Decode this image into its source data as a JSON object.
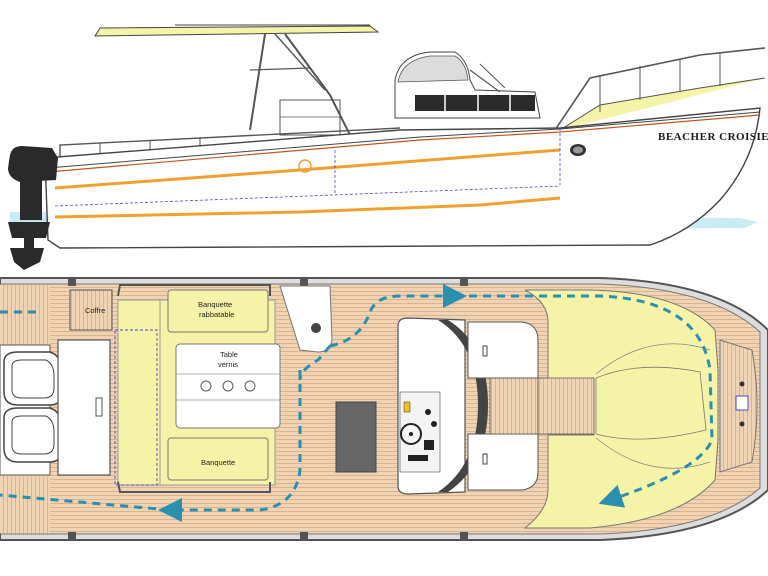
{
  "colors": {
    "water": "#bfe8f2",
    "stripe": "#f0a030",
    "hull_line": "#444444",
    "deck_wood": "#efd3b3",
    "cushion": "#f5f3a8",
    "flow_arrow": "#2b8fb0",
    "frame": "#5a5a5a",
    "guide": "#4a48c8"
  },
  "profile": {
    "hull_name": "BEACHER CROISIERE"
  },
  "plan": {
    "labels": {
      "coffre": "Coffre",
      "banquette_top_1": "Banquette",
      "banquette_top_2": "rabbatable",
      "table_1": "Table",
      "table_2": "vernis",
      "banquette_bottom": "Banquette"
    }
  }
}
